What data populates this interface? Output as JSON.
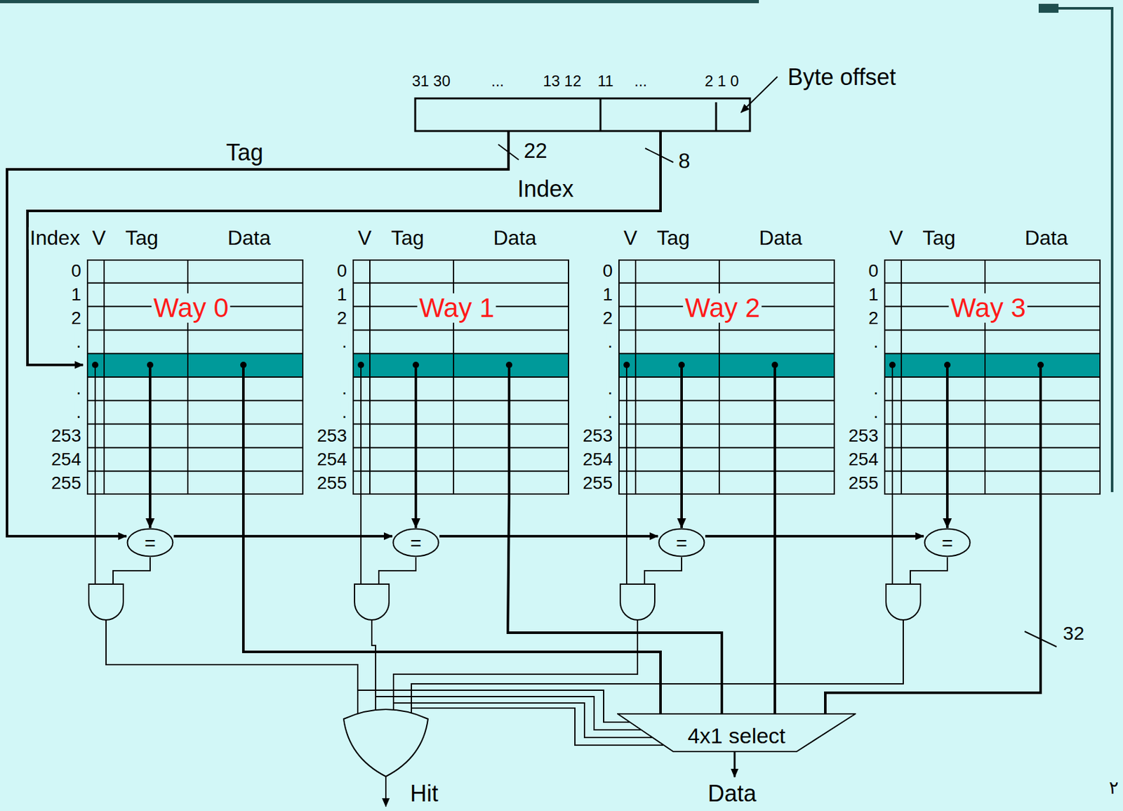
{
  "diagram": {
    "nodes": [
      {
        "text": [
          "Way 0"
        ]
      },
      {
        "text": [
          "Way 1"
        ]
      },
      {
        "text": [
          "Way 2"
        ]
      },
      {
        "text": [
          "Way 3"
        ]
      },
      {
        "text": [
          "="
        ]
      },
      {
        "text": [
          "="
        ]
      },
      {
        "text": [
          "="
        ]
      },
      {
        "text": [
          "="
        ]
      },
      {
        "text": [
          "4x1 select"
        ]
      }
    ],
    "edges": [
      {
        "from": 0,
        "to": 4,
        "arrow": "to"
      },
      {
        "from": 1,
        "to": 5,
        "arrow": "to"
      },
      {
        "from": 2,
        "to": 6,
        "arrow": "to"
      },
      {
        "from": 3,
        "to": 7,
        "arrow": "to"
      },
      {
        "from": 0,
        "to": 8,
        "arrow": "none"
      },
      {
        "from": 1,
        "to": 8,
        "arrow": "none"
      },
      {
        "from": 2,
        "to": 8,
        "arrow": "none"
      },
      {
        "from": 3,
        "to": 8,
        "arrow": "none"
      }
    ],
    "labels": [
      "31 30",
      "...",
      "13 12",
      "11",
      "...",
      "2 1 0",
      "Byte offset",
      "Tag",
      "22",
      "8",
      "Index",
      "Index",
      "V",
      "Tag",
      "Data",
      "V",
      "Tag",
      "Data",
      "V",
      "Tag",
      "Data",
      "V",
      "Tag",
      "Data",
      "0",
      "1",
      "2",
      ".",
      ".",
      ".",
      "253",
      "254",
      "255",
      "0",
      "1",
      "2",
      ".",
      ".",
      ".",
      "253",
      "254",
      "255",
      "0",
      "1",
      "2",
      ".",
      ".",
      ".",
      "253",
      "254",
      "255",
      "0",
      "1",
      "2",
      ".",
      ".",
      ".",
      "253",
      "254",
      "255",
      "32",
      "Hit",
      "Data",
      "۲"
    ]
  }
}
